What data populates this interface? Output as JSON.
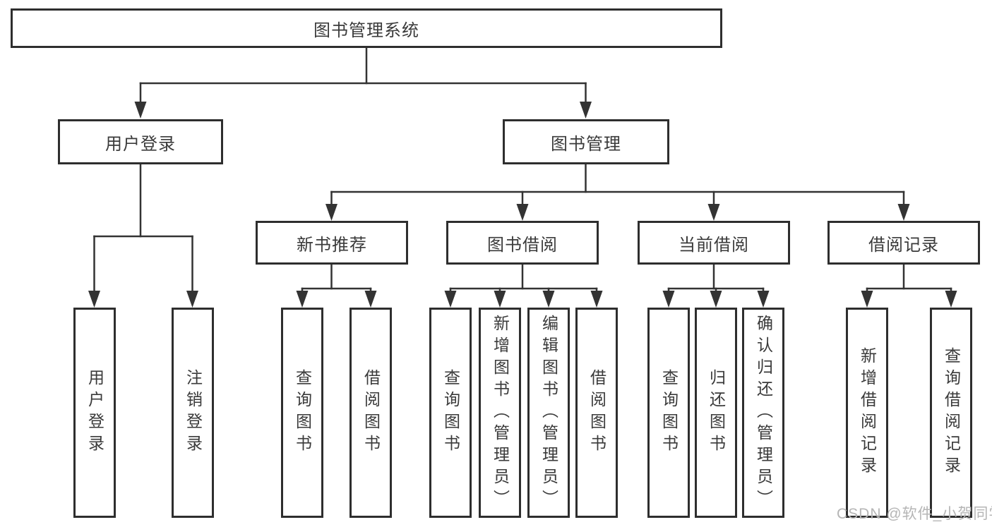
{
  "diagram": {
    "root": {
      "label": "图书管理系统"
    },
    "user_login": {
      "label": "用户登录",
      "children": [
        {
          "label": "用户登录"
        },
        {
          "label": "注销登录"
        }
      ]
    },
    "book_management": {
      "label": "图书管理",
      "groups": [
        {
          "label": "新书推荐",
          "children": [
            {
              "label": "查询图书"
            },
            {
              "label": "借阅图书"
            }
          ]
        },
        {
          "label": "图书借阅",
          "children": [
            {
              "label": "查询图书"
            },
            {
              "label": "新增图书（管理员）"
            },
            {
              "label": "编辑图书（管理员）"
            },
            {
              "label": "借阅图书"
            }
          ]
        },
        {
          "label": "当前借阅",
          "children": [
            {
              "label": "查询图书"
            },
            {
              "label": "归还图书"
            },
            {
              "label": "确认归还（管理员）"
            }
          ]
        },
        {
          "label": "借阅记录",
          "children": [
            {
              "label": "新增借阅记录"
            },
            {
              "label": "查询借阅记录"
            }
          ]
        }
      ]
    }
  },
  "watermark": "CSDN @软件_小贺同学",
  "colors": {
    "line": "#333333",
    "border": "#2e2e2e",
    "text": "#3a3a3a",
    "watermark": "#b5b5b5",
    "background": "#ffffff"
  }
}
